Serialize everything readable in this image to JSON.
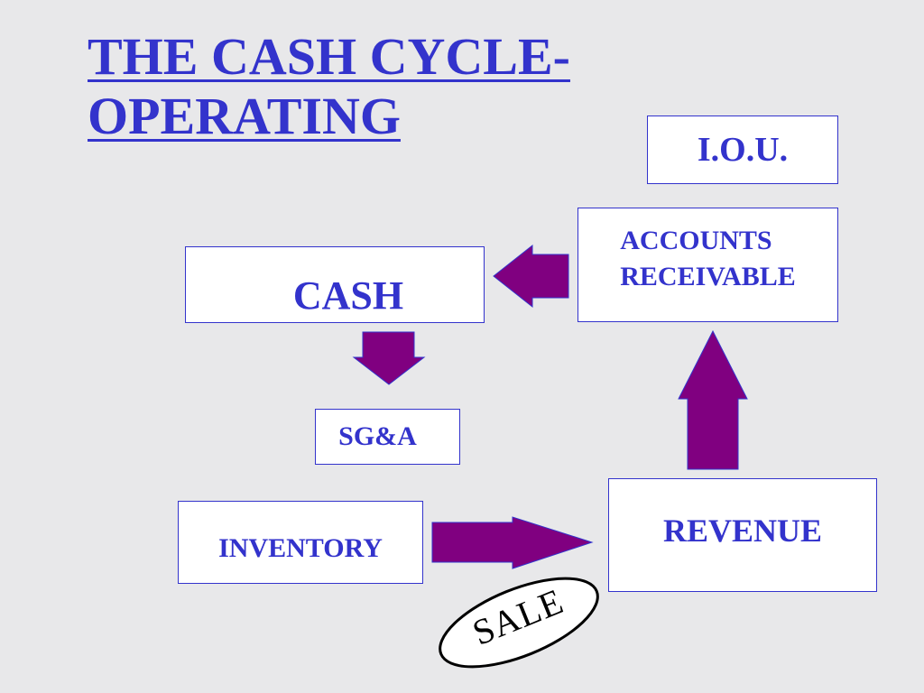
{
  "title": {
    "line1": "THE CASH CYCLE-",
    "line2": "OPERATING"
  },
  "boxes": {
    "iou": "I.O.U.",
    "accounts_receivable": {
      "line1": "ACCOUNTS",
      "line2": "RECEIVABLE"
    },
    "cash": "CASH",
    "sga": "SG&A",
    "inventory": "INVENTORY",
    "revenue": "REVENUE"
  },
  "sale_label": "SALE",
  "colors": {
    "text": "#3333cc",
    "arrow_fill": "#800080",
    "arrow_stroke": "#3333cc",
    "box_fill": "#ffffff",
    "background": "#e8e8ea"
  }
}
